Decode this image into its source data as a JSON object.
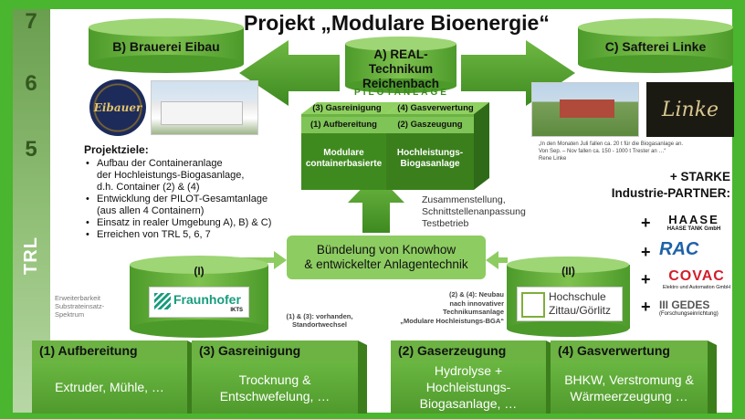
{
  "title": "Projekt „Modulare Bioenergie“",
  "trl": {
    "axis_label": "TRL",
    "levels": [
      "7",
      "6",
      "5"
    ]
  },
  "sites": {
    "left": "B) Brauerei Eibau",
    "center_line1": "A) REAL-Technikum",
    "center_line2": "Reichenbach",
    "right": "C) Safterei Linke",
    "pilot": "PILOTANLAGE"
  },
  "modules": {
    "m3": "(3) Gasreinigung",
    "m4": "(4) Gasverwertung",
    "m1": "(1) Aufbereitung",
    "m2": "(2) Gaszeugung",
    "front_left_line1": "Modulare",
    "front_left_line2": "containerbasierte",
    "front_right_line1": "Hochleistungs-",
    "front_right_line2": "Biogasanlage"
  },
  "logos": {
    "eibauer": "Eibauer",
    "linke": "Linke"
  },
  "quote": {
    "line1": "„In den Monaten Juli fallen ca. 20 t für die Biogasanlage an.",
    "line2": "Von Sep. – Nov fallen ca. 150 - 1000 t Trester an …“",
    "line3": "Rene Linke"
  },
  "goals": {
    "heading": "Projektziele:",
    "items": [
      [
        "Aufbau der Containeranlage",
        "der Hochleistungs-Biogasanlage,",
        "d.h. Container (2) & (4)"
      ],
      [
        "Entwicklung der PILOT-Gesamtanlage",
        "(aus allen 4 Containern)"
      ],
      [
        "Einsatz in realer Umgebung A), B) & C)"
      ],
      [
        "Erreichen von TRL 5, 6, 7"
      ]
    ]
  },
  "integration": {
    "line1": "Zusammenstellung,",
    "line2": "Schnittstellenanpassung",
    "line3": "Testbetrieb"
  },
  "partners": {
    "heading1": "+ STARKE",
    "heading2": "Industrie-PARTNER:",
    "haase_name": "HAASE",
    "haase_sub": "HAASE TANK GmbH",
    "rac": "RAC",
    "covac": "COVAC",
    "covac_sub": "Elektro und Automation GmbH",
    "geides": "GEDES",
    "geides_sub": "(Forschungseinrichtung)"
  },
  "center_box": {
    "line1": "Bündelung von Knowhow",
    "line2": "& entwickelter Anlagentechnik"
  },
  "left_cyl": {
    "label": "(I)",
    "logo": "Fraunhofer",
    "logo_sub": "IKTS",
    "side1": "Erweiterbarkeit",
    "side2": "Substrateinsatz-",
    "side3": "Spektrum",
    "note1": "(1) & (3): vorhanden,",
    "note2": "Standortwechsel"
  },
  "right_cyl": {
    "label": "(II)",
    "logo1": "Hochschule",
    "logo2": "Zittau/Görlitz",
    "note1": "(2) & (4): Neubau",
    "note2": "nach innovativer",
    "note3": "Technikumsanlage",
    "note4": "„Modulare Hochleistungs-BGA“"
  },
  "bottom": [
    {
      "title": "(1) Aufbereitung",
      "body1": "Extruder, Mühle, …",
      "body2": "",
      "body3": ""
    },
    {
      "title": "(3) Gasreinigung",
      "body1": "Trocknung &",
      "body2": "Entschwefelung, …",
      "body3": ""
    },
    {
      "title": "(2) Gaserzeugung",
      "body1": "Hydrolyse +",
      "body2": "Hochleistungs-",
      "body3": "Biogasanlage, …"
    },
    {
      "title": "(4) Gasverwertung",
      "body1": "BHKW, Verstromung &",
      "body2": "Wärmeerzeugung …",
      "body3": ""
    }
  ],
  "colors": {
    "frame": "#4ab52f",
    "box_green": "#5fae33",
    "light_green": "#8dcc61",
    "dark_green": "#3f7e22"
  }
}
